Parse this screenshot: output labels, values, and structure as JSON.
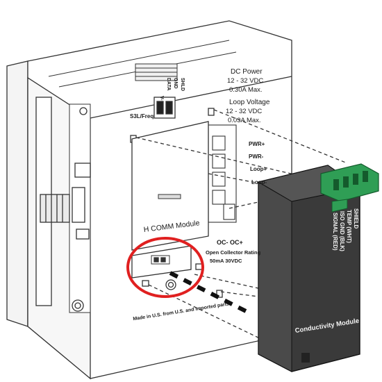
{
  "device": {
    "dc_power_title": "DC Power",
    "dc_power_range": "12 - 32 VDC",
    "dc_power_max": "0.30A Max.",
    "loop_voltage_title": "Loop Voltage",
    "loop_voltage_range": "12 - 32 VDC",
    "loop_voltage_max": "0.03A Max.",
    "top_terminals": [
      "V-",
      "DATA",
      "GND",
      "SHLD"
    ],
    "s3l_freq": "S3L/Freq",
    "side_terminals": [
      "PWR+",
      "PWR-",
      "Loop+",
      "Loop-"
    ],
    "oc_labels": "OC-  OC+",
    "open_collector": "Open Collector Rating",
    "open_collector_rating": "50mA  30VDC",
    "h_comm_module": "H COMM Module",
    "made_in": "Made in U.S. from U.S. and imported parts"
  },
  "conductivity_module": {
    "name": "Conductivity Module",
    "wires": [
      "SHIELD",
      "TEMP (WHT)",
      "ISO GND (BLK)",
      "SIGNAL (RED)"
    ]
  },
  "colors": {
    "highlight_circle": "#e02020",
    "module_body": "#2a2a2a",
    "connector": "#2f9e55",
    "line": "#333333"
  }
}
